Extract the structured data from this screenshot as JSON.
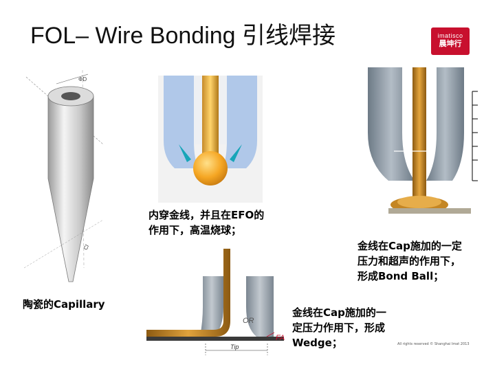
{
  "header": {
    "title": "FOL– Wire Bonding 引线焊接",
    "logo_line1": "imatisco",
    "logo_line2": "晨坤行",
    "logo_color": "#c8102e"
  },
  "captions": {
    "capillary": "陶瓷的Capillary",
    "efo_line1": "内穿金线，并且在EFO的",
    "efo_line2": "作用下，高温烧球；",
    "ball_line1": "金线在Cap施加的一定",
    "ball_line2": "压力和超声的作用下，",
    "ball_line3": "形成Bond Ball；",
    "wedge_line1": "金线在Cap施加的一",
    "wedge_line2": "定压力作用下，形成",
    "wedge_line3": "Wedge；"
  },
  "diagram_labels": {
    "top_dim": "ΦD",
    "side_dim": "Cl",
    "outer_radius": "OR",
    "face_angle": "FA",
    "tip": "Tip"
  },
  "footer": {
    "copyright": "All rights reserved © Shanghai Imat 2013"
  }
}
